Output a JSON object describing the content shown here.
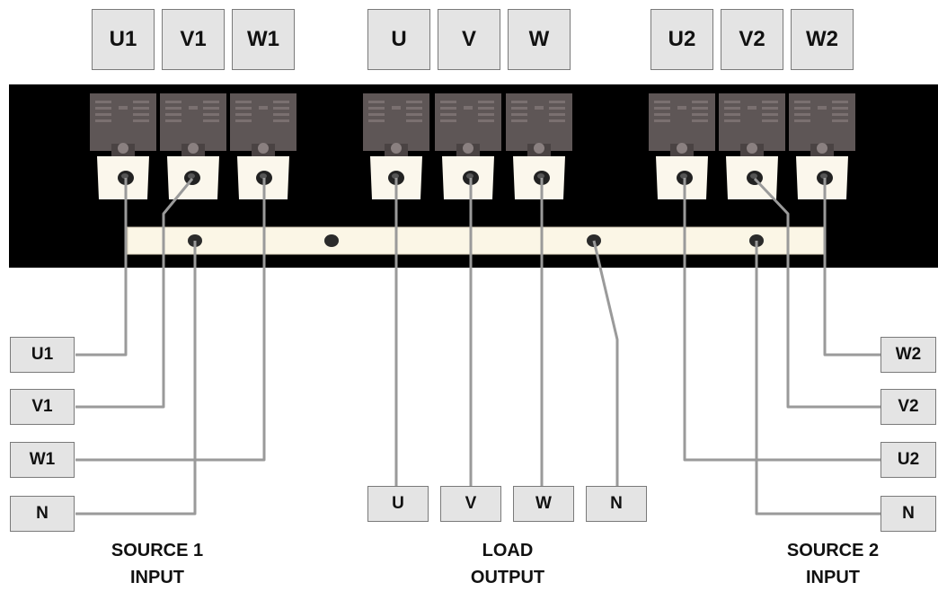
{
  "top_terminals": {
    "source1": [
      "U1",
      "V1",
      "W1"
    ],
    "load": [
      "U",
      "V",
      "W"
    ],
    "source2": [
      "U2",
      "V2",
      "W2"
    ]
  },
  "left_terminals": [
    "U1",
    "V1",
    "W1",
    "N"
  ],
  "right_terminals": [
    "W2",
    "V2",
    "U2",
    "N"
  ],
  "bottom_terminals": [
    "U",
    "V",
    "W",
    "N"
  ],
  "captions": {
    "source1": {
      "line1": "SOURCE 1",
      "line2": "INPUT"
    },
    "load": {
      "line1": "LOAD",
      "line2": "OUTPUT"
    },
    "source2": {
      "line1": "SOURCE 2",
      "line2": "INPUT"
    }
  },
  "colors": {
    "panel": "#000000",
    "terminal_body": "#5e5656",
    "terminal_plate": "#fbf7ec",
    "neutral_bar": "#fbf6e6",
    "wire": "#9a9a9a",
    "label_fill": "#e4e4e4",
    "label_border": "#7a7a7a"
  }
}
